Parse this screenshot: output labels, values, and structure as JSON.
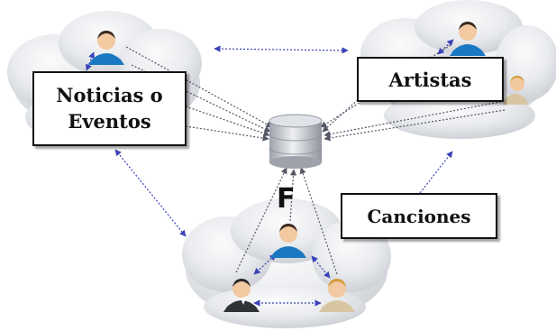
{
  "labels": {
    "noticias_line1": "Noticias o",
    "noticias_line2": "Eventos",
    "artistas": "Artistas",
    "canciones": "Canciones",
    "f": "F"
  },
  "colors": {
    "cloud": "#e6e8ec",
    "connector_dark": "#555566",
    "connector_blue": "#3a42b8",
    "database": "#c4c8cf",
    "person_blue": "#1a78c2",
    "person_suit": "#2f3338",
    "person_beige": "#d8c6a2"
  },
  "icons": {
    "database": "database-icon",
    "person": "person-icon"
  }
}
